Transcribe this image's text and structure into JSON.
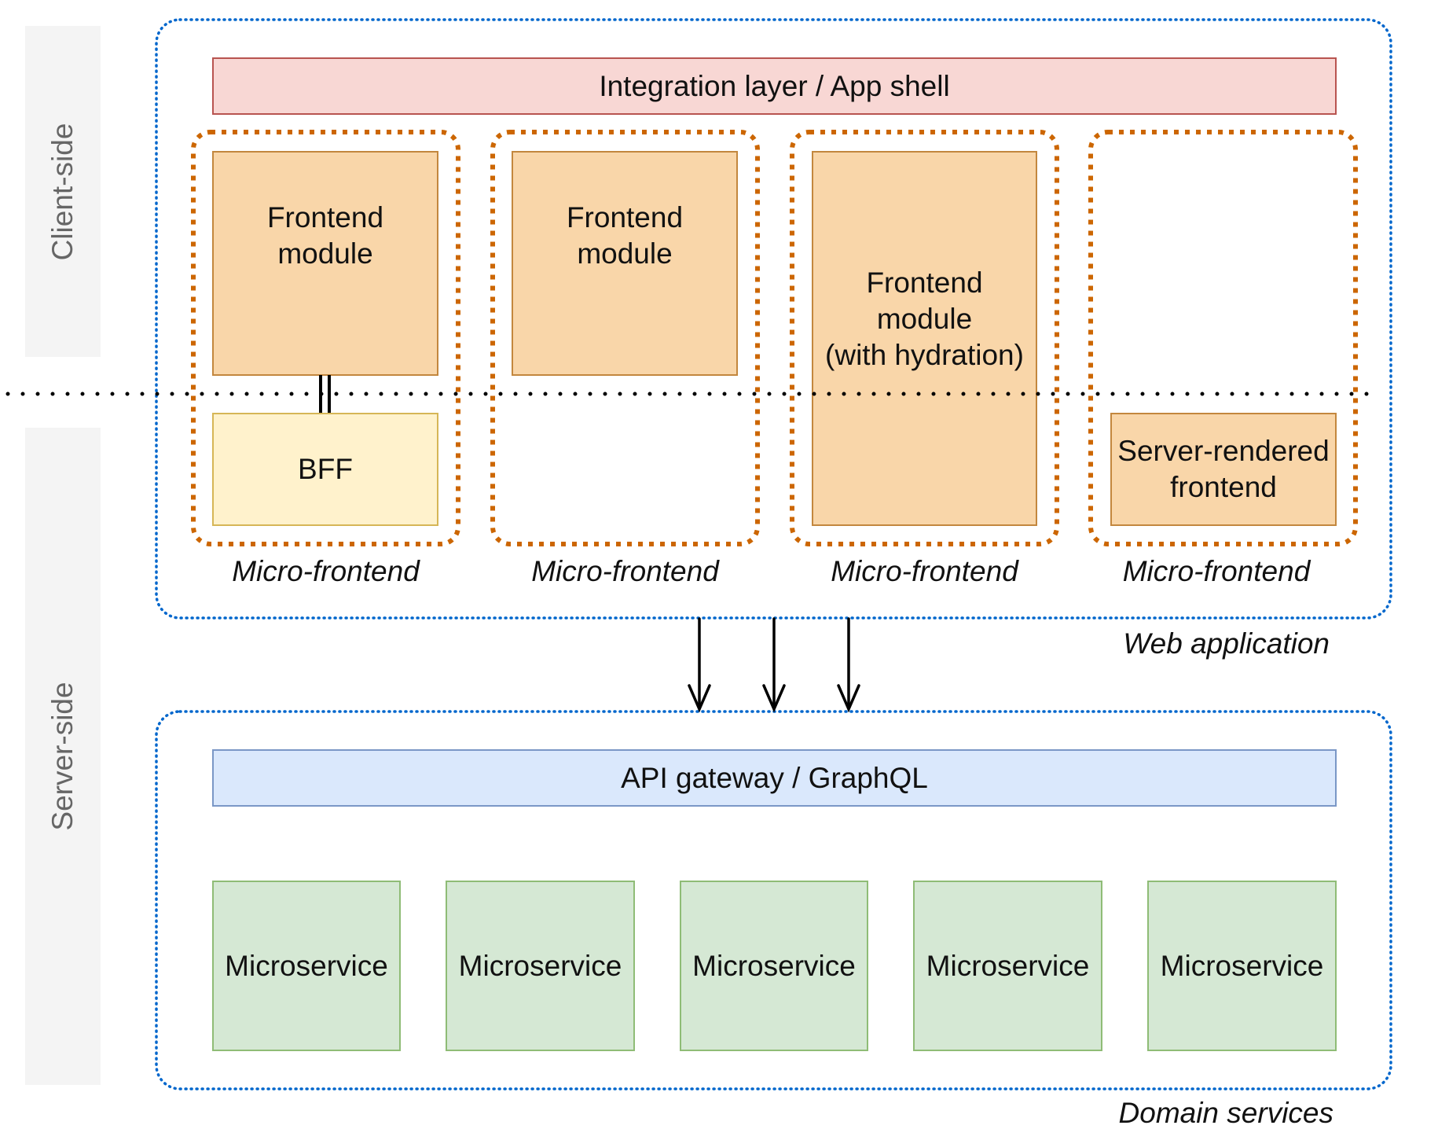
{
  "diagram": {
    "lanes": {
      "client_side": "Client-side",
      "server_side": "Server-side"
    },
    "web_application": {
      "caption": "Web application",
      "integration_layer": "Integration layer / App shell",
      "micro_frontends": [
        {
          "caption": "Micro-frontend",
          "client_component": "Frontend\nmodule",
          "server_component": "BFF",
          "connection": "double-line link between Frontend module and BFF"
        },
        {
          "caption": "Micro-frontend",
          "client_component": "Frontend\nmodule",
          "server_component": null
        },
        {
          "caption": "Micro-frontend",
          "spanning_component": "Frontend\nmodule\n(with hydration)"
        },
        {
          "caption": "Micro-frontend",
          "client_component": null,
          "server_component": "Server-rendered\nfrontend"
        }
      ]
    },
    "connections": {
      "arrow_count": 3,
      "direction": "Web application → Domain services"
    },
    "domain_services": {
      "caption": "Domain services",
      "gateway": "API gateway / GraphQL",
      "microservices": [
        "Microservice",
        "Microservice",
        "Microservice",
        "Microservice",
        "Microservice"
      ]
    },
    "colors": {
      "lane_background": "#f4f4f4",
      "lane_text": "#666666",
      "container_border": "#0066cc",
      "micro_frontend_border": "#cc6600",
      "boundary_line": "#000000",
      "integration_fill": "#f8d7d4",
      "integration_stroke": "#b85450",
      "frontend_fill": "#f9d6a9",
      "frontend_stroke": "#c3873e",
      "bff_fill": "#fff2cc",
      "bff_stroke": "#d6b656",
      "gateway_fill": "#dae8fc",
      "gateway_stroke": "#7a97c6",
      "microservice_fill": "#d5e8d4",
      "microservice_stroke": "#8fbc76"
    }
  }
}
